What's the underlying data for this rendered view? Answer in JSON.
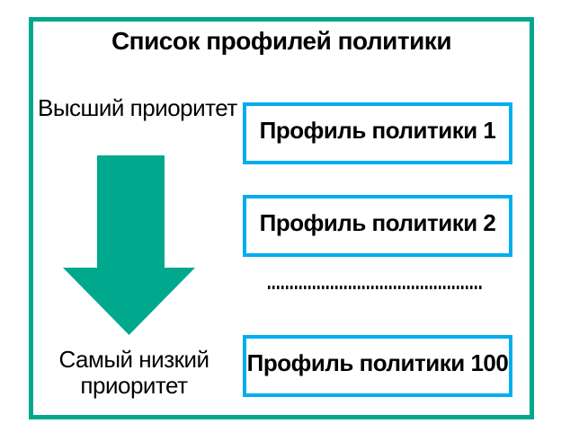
{
  "diagram": {
    "title": "Список профилей политики",
    "high_priority_label": "Высший приоритет",
    "low_priority_label": "Самый низкий приоритет",
    "profiles": [
      {
        "label": "Профиль политики 1"
      },
      {
        "label": "Профиль политики 2"
      },
      {
        "label": "Профиль политики 100"
      }
    ],
    "colors": {
      "frame": "#00a88e",
      "arrow": "#00a88e",
      "profile_border": "#00aeef",
      "text": "#000000"
    }
  }
}
